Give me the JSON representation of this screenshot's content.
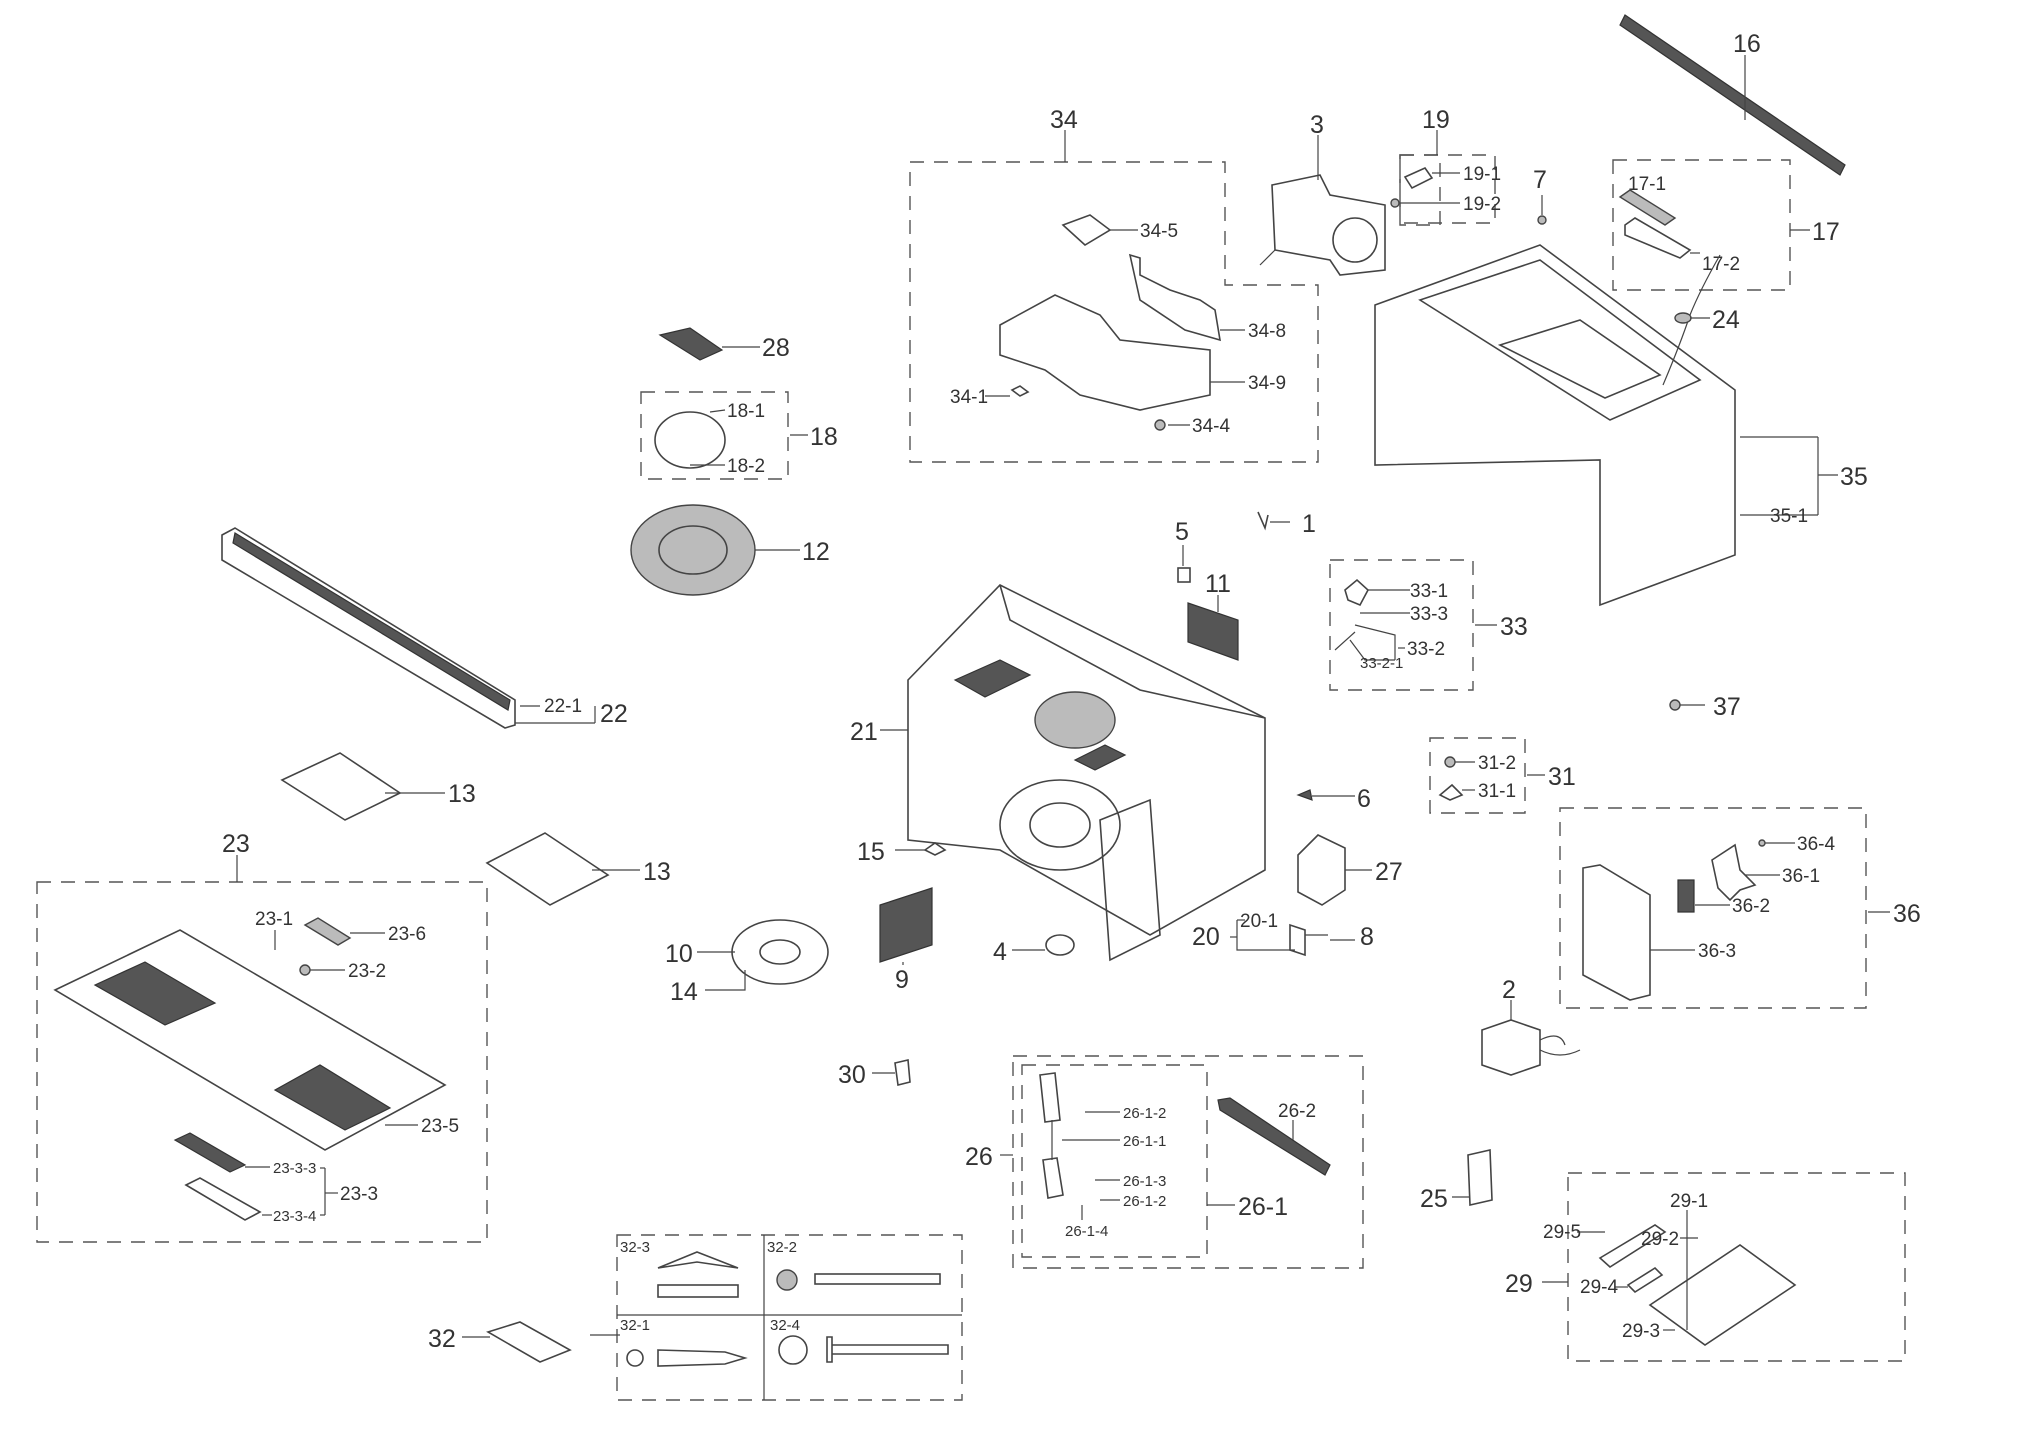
{
  "diagram": {
    "title": "Microwave oven exploded parts diagram",
    "callouts": {
      "p1": "1",
      "p2": "2",
      "p3": "3",
      "p4": "4",
      "p5": "5",
      "p6": "6",
      "p7": "7",
      "p8": "8",
      "p9": "9",
      "p10": "10",
      "p11": "11",
      "p12": "12",
      "p13a": "13",
      "p13b": "13",
      "p14": "14",
      "p15": "15",
      "p16": "16",
      "p17": "17",
      "p17_1": "17-1",
      "p17_2": "17-2",
      "p18": "18",
      "p18_1": "18-1",
      "p18_2": "18-2",
      "p19": "19",
      "p19_1": "19-1",
      "p19_2": "19-2",
      "p20": "20",
      "p20_1": "20-1",
      "p21": "21",
      "p22": "22",
      "p22_1": "22-1",
      "p23": "23",
      "p23_1": "23-1",
      "p23_2": "23-2",
      "p23_3": "23-3",
      "p23_3_3": "23-3-3",
      "p23_3_4": "23-3-4",
      "p23_5": "23-5",
      "p23_6": "23-6",
      "p24": "24",
      "p25": "25",
      "p26": "26",
      "p26_1": "26-1",
      "p26_1_1": "26-1-1",
      "p26_1_2a": "26-1-2",
      "p26_1_2b": "26-1-2",
      "p26_1_3": "26-1-3",
      "p26_1_4": "26-1-4",
      "p26_2": "26-2",
      "p27": "27",
      "p28": "28",
      "p29": "29",
      "p29_1": "29-1",
      "p29_2": "29-2",
      "p29_3": "29-3",
      "p29_4": "29-4",
      "p29_5": "29-5",
      "p30": "30",
      "p31": "31",
      "p31_1": "31-1",
      "p31_2": "31-2",
      "p32": "32",
      "p32_1": "32-1",
      "p32_2": "32-2",
      "p32_3": "32-3",
      "p32_4": "32-4",
      "p33": "33",
      "p33_1": "33-1",
      "p33_2": "33-2",
      "p33_2_1": "33-2-1",
      "p33_3": "33-3",
      "p34": "34",
      "p34_1": "34-1",
      "p34_4": "34-4",
      "p34_5": "34-5",
      "p34_8": "34-8",
      "p34_9": "34-9",
      "p35": "35",
      "p35_1": "35-1",
      "p36": "36",
      "p36_1": "36-1",
      "p36_2": "36-2",
      "p36_3": "36-3",
      "p36_4": "36-4",
      "p37": "37"
    }
  }
}
